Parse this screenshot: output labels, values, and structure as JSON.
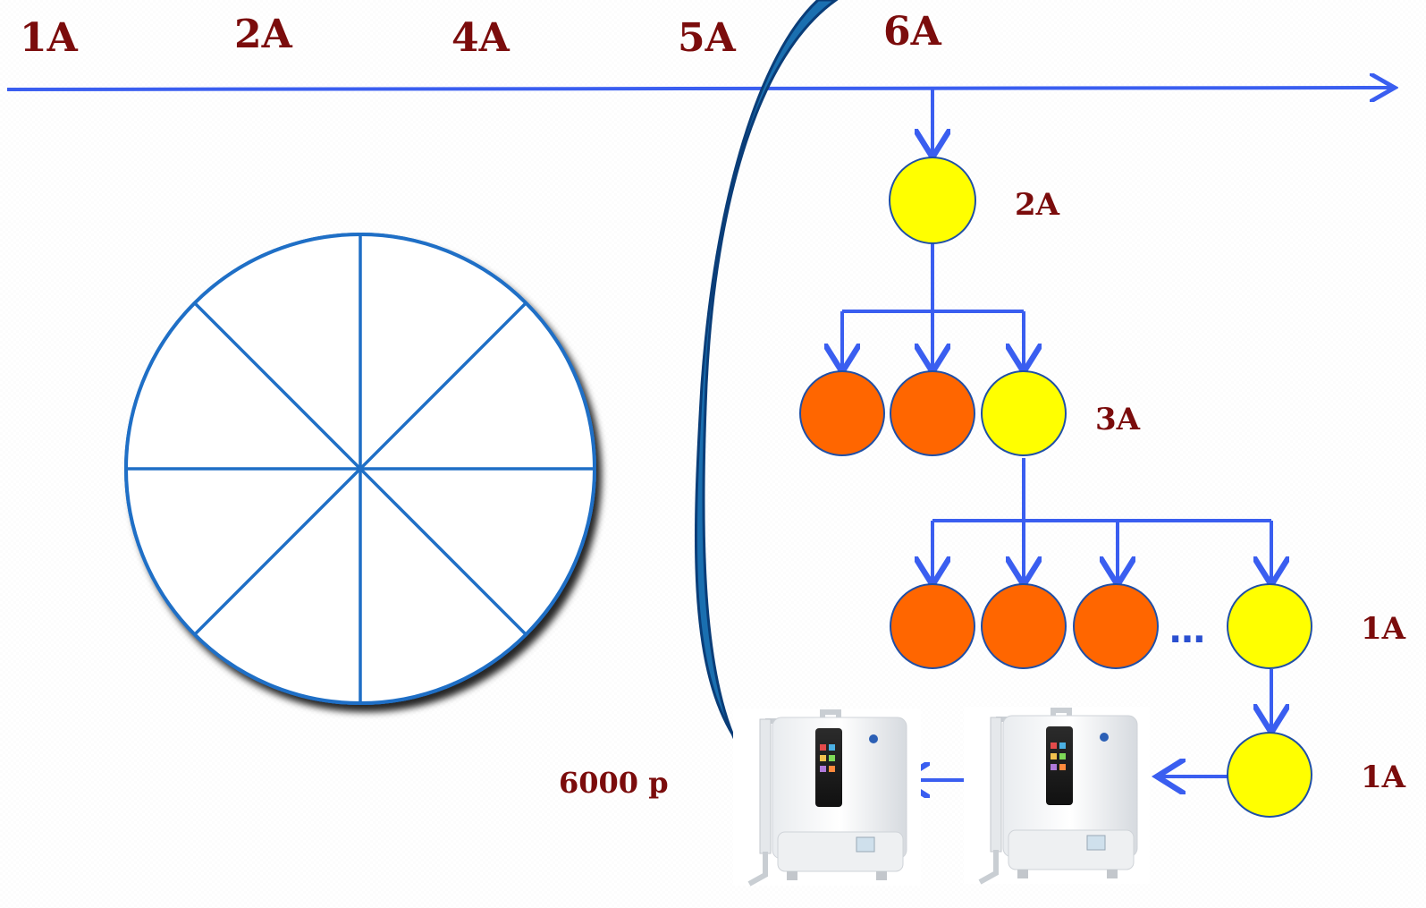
{
  "timeline": {
    "labels": [
      "1A",
      "2A",
      "4A",
      "5A",
      "6A"
    ]
  },
  "tree": {
    "level1_label": "2A",
    "level2_label": "3A",
    "level3_label": "1A",
    "level4_label": "1A",
    "ellipsis": "…"
  },
  "price": "6000 р",
  "colors": {
    "line": "#3a5ef0",
    "node_yellow": "#ffff00",
    "node_orange": "#ff6600",
    "label": "#7b0c0c",
    "wheel_stroke": "#1f6fc6"
  },
  "icons": {
    "device": "water-ionizer-icon"
  }
}
